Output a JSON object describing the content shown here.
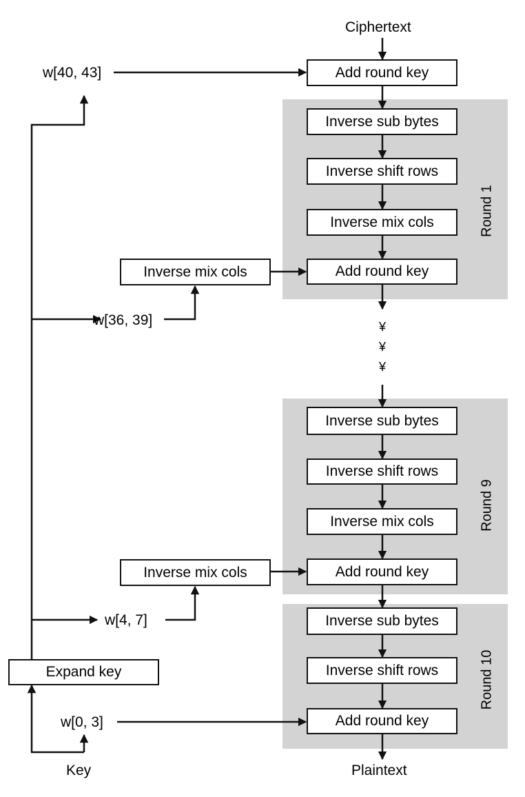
{
  "diagram": {
    "input_label": "Ciphertext",
    "output_label": "Plaintext",
    "key_label": "Key",
    "expand_key_label": "Expand key",
    "words": {
      "w40_43": "w[40, 43]",
      "w36_39": "w[36, 39]",
      "w4_7": "w[4, 7]",
      "w0_3": "w[0, 3]"
    },
    "initial_step": "Add round key",
    "continuation_marks": [
      "¥",
      "¥",
      "¥"
    ],
    "rounds": [
      {
        "label": "Round 1",
        "steps": [
          "Inverse sub bytes",
          "Inverse shift rows",
          "Inverse mix cols",
          "Add round key"
        ],
        "key_transform": "Inverse mix cols"
      },
      {
        "label": "Round 9",
        "steps": [
          "Inverse sub bytes",
          "Inverse shift rows",
          "Inverse mix cols",
          "Add round key"
        ],
        "key_transform": "Inverse mix cols"
      },
      {
        "label": "Round 10",
        "steps": [
          "Inverse sub bytes",
          "Inverse shift rows",
          "Add round key"
        ]
      }
    ]
  }
}
